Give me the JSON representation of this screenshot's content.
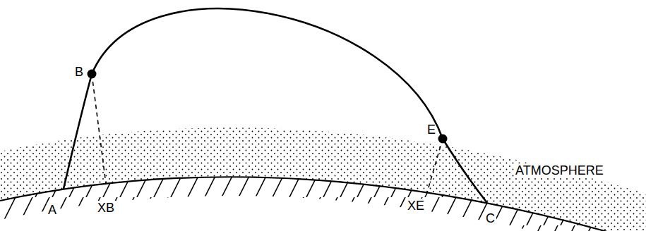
{
  "diagram": {
    "labels": [
      "B",
      "E",
      "ATMOSPHERE",
      "A",
      "XB",
      "XE",
      "C"
    ]
  }
}
